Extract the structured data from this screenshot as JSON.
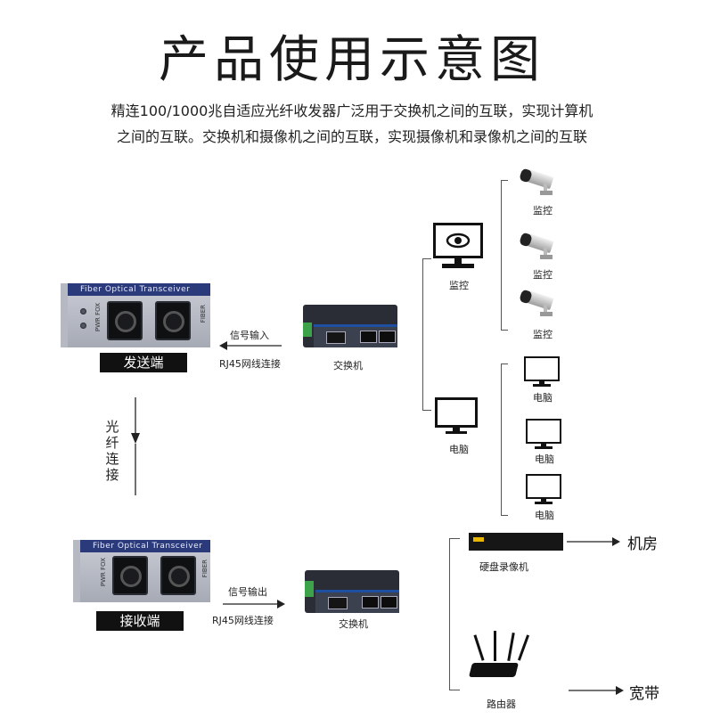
{
  "title": "产品使用示意图",
  "description": {
    "line1": "精连100/1000兆自适应光纤收发器广泛用于交换机之间的互联，实现计算机",
    "line2": "之间的互联。交换机和摄像机之间的互联，实现摄像机和录像机之间的互联"
  },
  "top_section": {
    "transceiver_band": "Fiber Optical Transceiver",
    "transceiver_left_labels": "PWR FOX",
    "transceiver_right_label": "FIBER",
    "tag": "发送端",
    "arrow_label": "信号输入",
    "cable_label": "RJ45网线连接",
    "switch_label": "交换机"
  },
  "middle": {
    "fiber_label": [
      "光",
      "纤",
      "连",
      "接"
    ]
  },
  "bottom_section": {
    "transceiver_band": "Fiber Optical Transceiver",
    "transceiver_left_labels": "PWR FOX",
    "transceiver_right_label": "FIBER",
    "tag": "接收端",
    "arrow_label": "信号输出",
    "cable_label": "RJ45网线连接",
    "switch_label": "交换机"
  },
  "monitor_group": {
    "monitor_label": "监控",
    "cameras": [
      "监控",
      "监控",
      "监控"
    ]
  },
  "computer_group": {
    "computer_label": "电脑",
    "computers": [
      "电脑",
      "电脑",
      "电脑"
    ]
  },
  "dvr": {
    "label": "硬盘录像机",
    "destination": "机房"
  },
  "router": {
    "label": "路由器",
    "destination": "宽带"
  },
  "colors": {
    "band_blue": "#2b3a7a",
    "terminal_green": "#3ca34a",
    "dvr_yellow": "#e8b800"
  }
}
